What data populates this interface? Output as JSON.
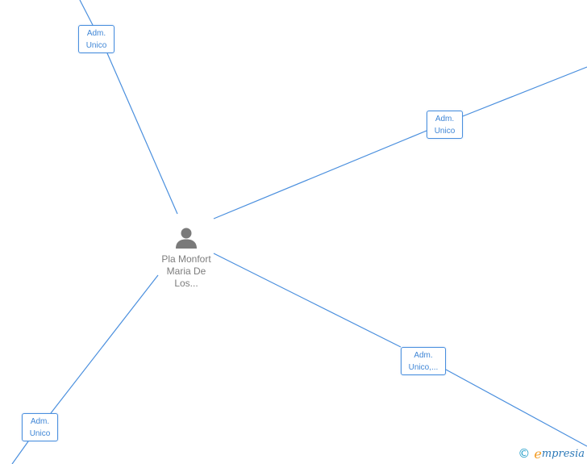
{
  "diagram": {
    "center_node": {
      "type": "person",
      "icon": "person-icon",
      "name_lines": [
        "Pla Monfort",
        "Maria De",
        "Los..."
      ]
    },
    "relations": [
      {
        "label_lines": [
          "Adm.",
          "Unico"
        ]
      },
      {
        "label_lines": [
          "Adm.",
          "Unico"
        ]
      },
      {
        "label_lines": [
          "Adm.",
          "Unico,..."
        ]
      },
      {
        "label_lines": [
          "Adm.",
          "Unico"
        ]
      }
    ],
    "colors": {
      "edge": "#4a8fde",
      "label_text": "#3f86d6",
      "node_text": "#7d7d7d",
      "icon": "#7a7a7a"
    }
  },
  "footer": {
    "copyright_symbol": "©",
    "brand_initial": "e",
    "brand_rest": "mpresia",
    "brand_colors": {
      "symbol": "#1e9cc8",
      "initial": "#f39a1f",
      "text": "#2b78b8"
    }
  }
}
